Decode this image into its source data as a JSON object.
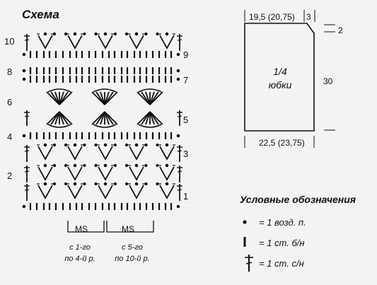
{
  "chart": {
    "title": "Схема",
    "left_row_numbers": [
      "10",
      "8",
      "6",
      "4",
      "2"
    ],
    "right_row_numbers": [
      "9",
      "7",
      "5",
      "3",
      "1"
    ],
    "repeat_label_1": "MS",
    "repeat_label_2": "MS",
    "note_1_line1": "с 1-го",
    "note_1_line2": "по 4-й р.",
    "note_2_line1": "с 5-го",
    "note_2_line2": "по 10-й р."
  },
  "pattern": {
    "top_width": "19,5 (20,75)",
    "top_offset": "3",
    "side_step": "2",
    "height": "30",
    "label_line1": "1/4",
    "label_line2": "юбки",
    "bottom_width": "22,5 (23,75)"
  },
  "legend": {
    "title": "Условные обозначения",
    "items": [
      {
        "symbol": "chain-stitch",
        "text": "= 1 возд. п."
      },
      {
        "symbol": "single-crochet",
        "text": "= 1 ст. б/н"
      },
      {
        "symbol": "double-crochet",
        "text": "= 1 ст. с/н"
      }
    ]
  },
  "colors": {
    "ink": "#111111",
    "background": "#f3f3f1"
  }
}
